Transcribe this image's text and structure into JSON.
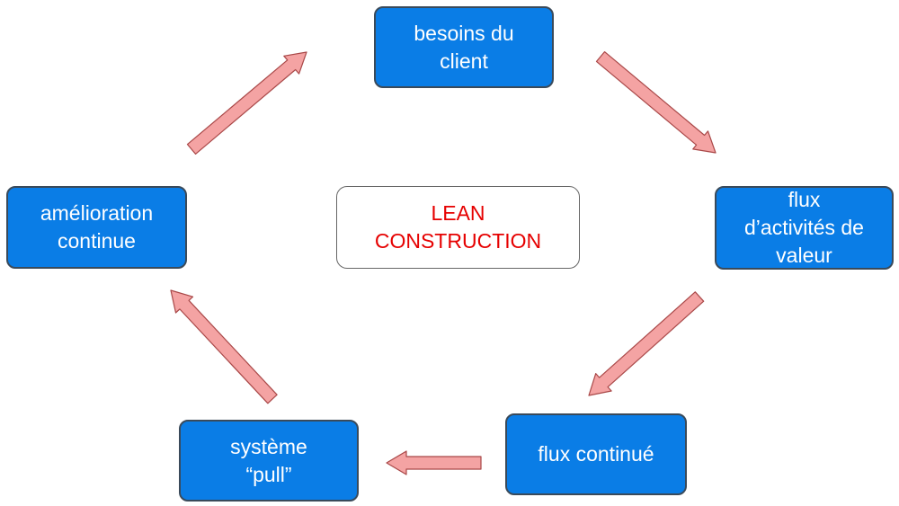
{
  "colors": {
    "node_fill": "#0a7de6",
    "node_text": "#ffffff",
    "arrow_fill": "#f4a3a3",
    "arrow_stroke": "#a94848",
    "center_text": "#e60000"
  },
  "center": {
    "lines": [
      "LEAN",
      "CONSTRUCTION"
    ]
  },
  "nodes": {
    "besoins_du_client": {
      "lines": [
        "besoins du",
        "client"
      ]
    },
    "flux_activites_valeur": {
      "lines": [
        "flux",
        "d’activités de",
        "valeur"
      ]
    },
    "flux_continu": {
      "lines": [
        "flux continué"
      ]
    },
    "systeme_pull": {
      "lines": [
        "système",
        "“pull”"
      ]
    },
    "amelioration_continue": {
      "lines": [
        "amélioration",
        "continue"
      ]
    }
  },
  "edges": [
    {
      "from": "besoins du client",
      "to": "flux d’activités de valeur"
    },
    {
      "from": "flux d’activités de valeur",
      "to": "flux continué"
    },
    {
      "from": "flux continué",
      "to": "système “pull”"
    },
    {
      "from": "système “pull”",
      "to": "amélioration continue"
    },
    {
      "from": "amélioration continue",
      "to": "besoins du client"
    }
  ]
}
